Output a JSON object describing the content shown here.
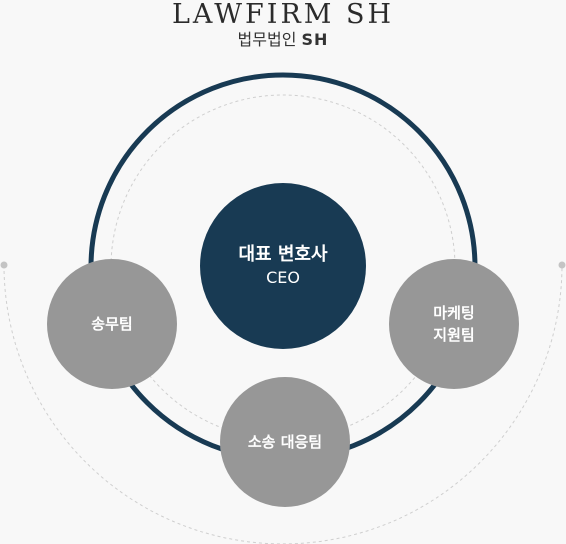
{
  "brand": {
    "title": "LAWFIRM SH",
    "subtitle_ko": "법무법인",
    "subtitle_en": "SH"
  },
  "center": {
    "label": "대표 변호사",
    "sublabel": "CEO"
  },
  "teams": {
    "left": "송무팀",
    "right_line1": "마케팅",
    "right_line2": "지원팀",
    "bottom": "소송 대응팀"
  },
  "colors": {
    "navy": "#183a53",
    "gray_node": "#979797",
    "dashed_line": "#cfcfcf",
    "background": "#f8f8f8"
  }
}
